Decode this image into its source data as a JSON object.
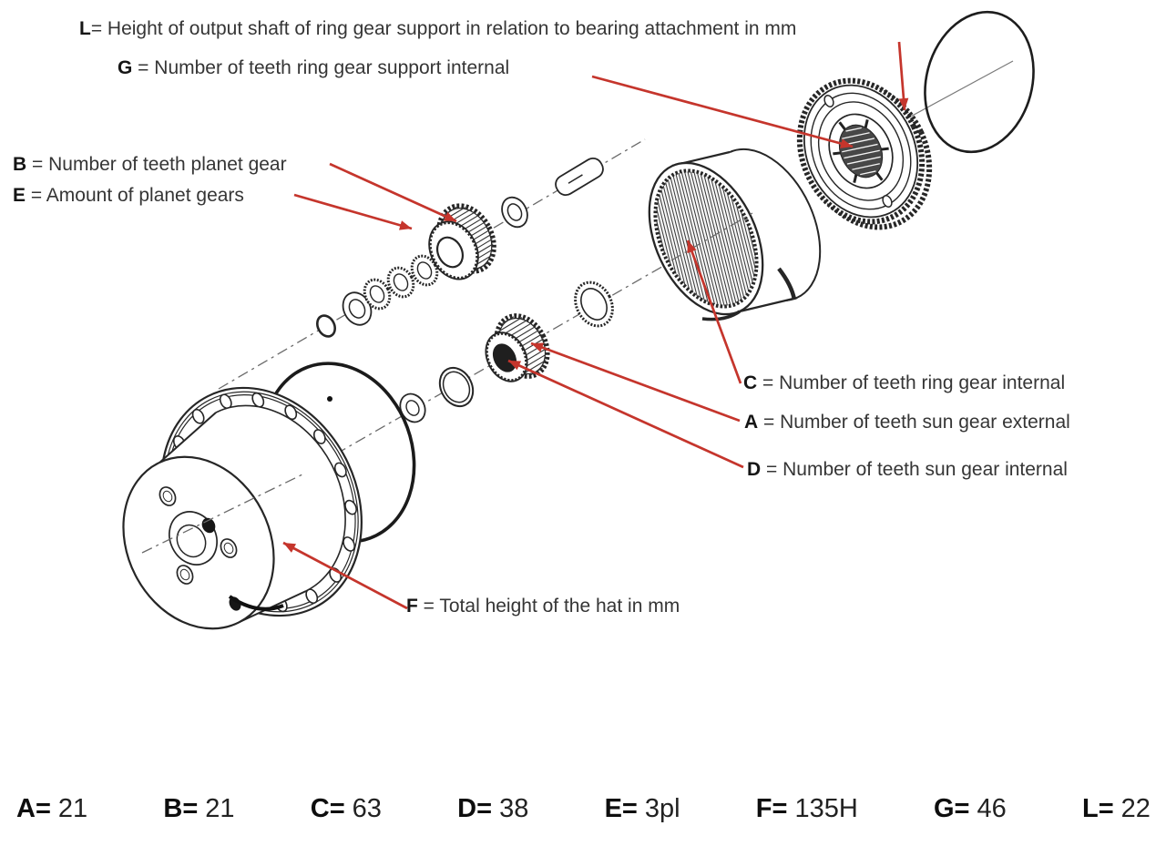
{
  "diagram": {
    "title_implicit": "Planetary gear hub exploded view",
    "callouts": [
      {
        "id": "L",
        "letter": "L",
        "text": "= Height of output shaft of ring gear support in relation to bearing attachment in mm"
      },
      {
        "id": "G",
        "letter": "G",
        "text": " = Number of teeth ring gear support internal"
      },
      {
        "id": "B",
        "letter": "B",
        "text": " = Number of teeth planet gear"
      },
      {
        "id": "E",
        "letter": "E",
        "text": " = Amount of planet gears"
      },
      {
        "id": "C",
        "letter": "C",
        "text": " = Number of teeth ring gear internal"
      },
      {
        "id": "A",
        "letter": "A",
        "text": " = Number of teeth sun gear external"
      },
      {
        "id": "D",
        "letter": "D",
        "text": " = Number of teeth sun gear internal"
      },
      {
        "id": "F",
        "letter": "F",
        "text": " = Total height of the hat in mm"
      }
    ],
    "values": [
      {
        "label": "A=",
        "value": "21"
      },
      {
        "label": "B=",
        "value": "21"
      },
      {
        "label": "C=",
        "value": "63"
      },
      {
        "label": "D=",
        "value": "38"
      },
      {
        "label": "E=",
        "value": "3pl"
      },
      {
        "label": "F=",
        "value": "135H"
      },
      {
        "label": "G=",
        "value": "46"
      },
      {
        "label": "L=",
        "value": "22"
      }
    ],
    "colors": {
      "arrow_red": "#c5352c",
      "line_dark": "#262626",
      "axis_gray": "#6a6a6a",
      "text": "#2b2b2b"
    }
  }
}
